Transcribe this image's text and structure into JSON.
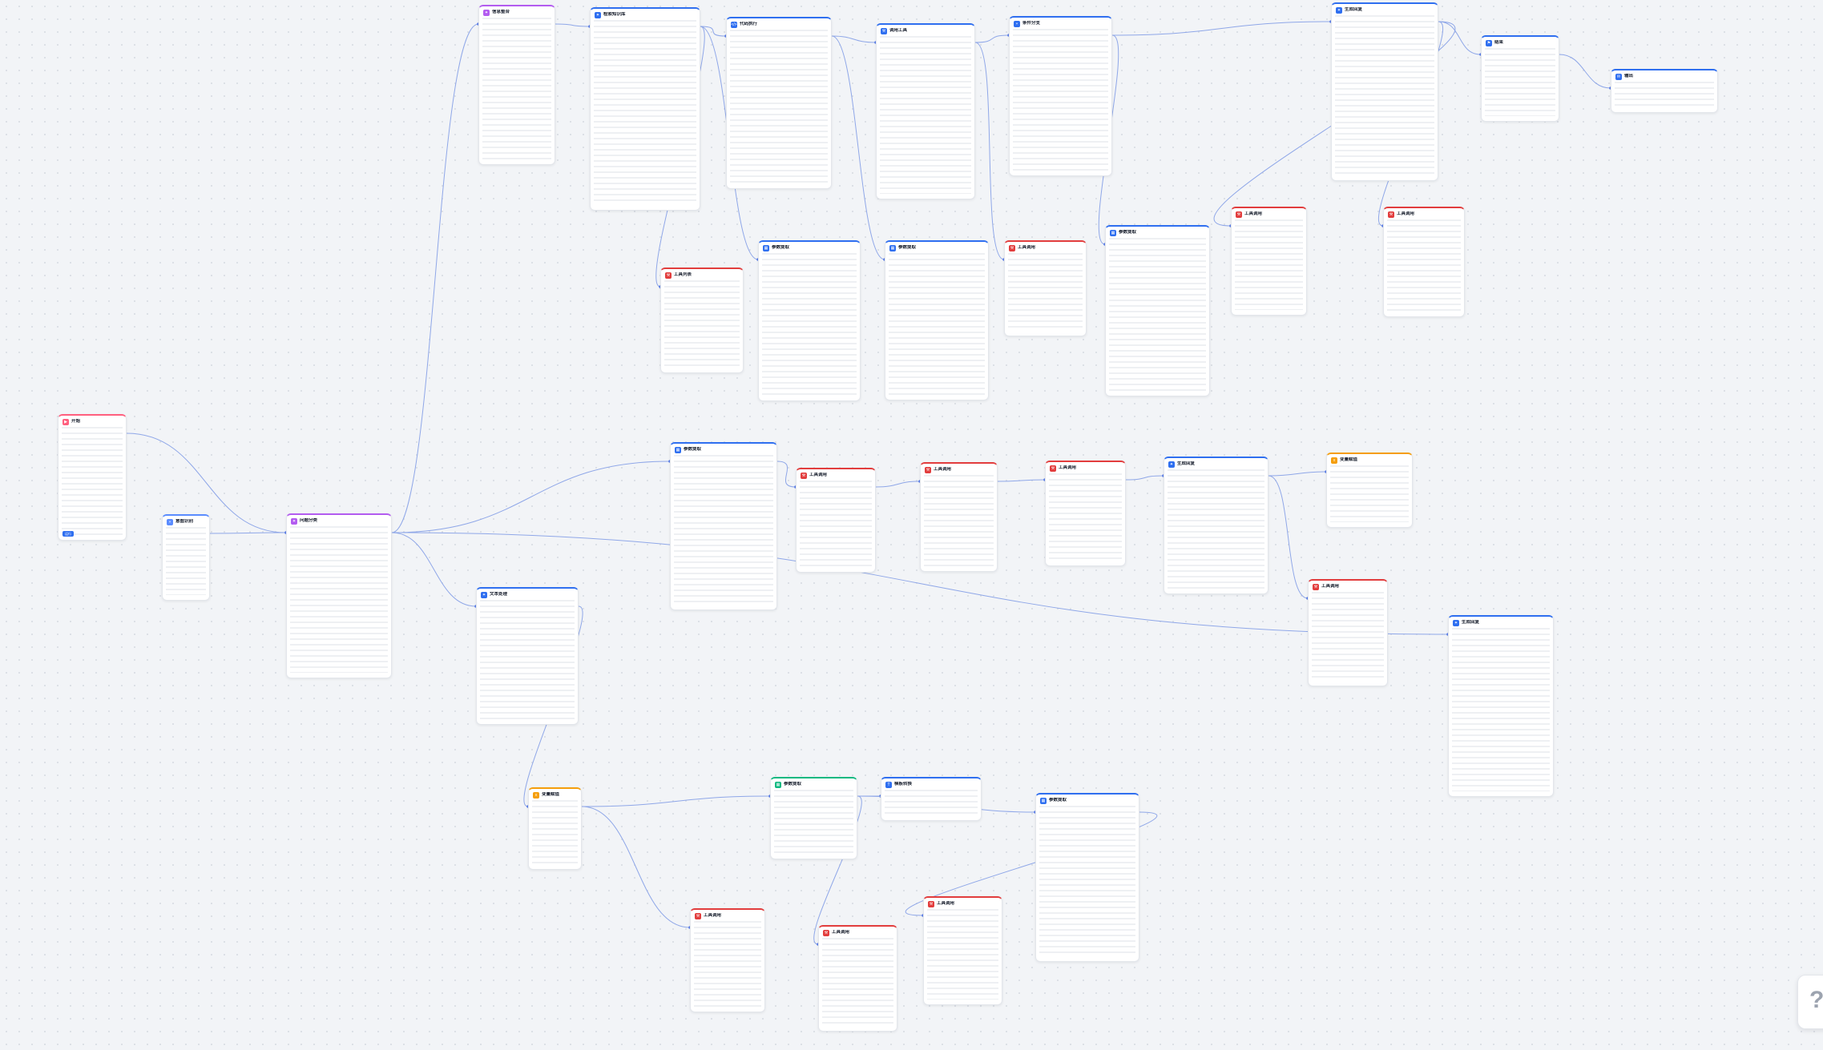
{
  "canvas": {
    "background": "#f2f4f7",
    "edge_color": "#8fa7e8",
    "help_button": {
      "glyph": "?"
    }
  },
  "nodes": [
    {
      "id": "n1",
      "title": "开始",
      "subtitle": "",
      "kind": "start",
      "color": "#ff5f7e",
      "icon": "play-icon"
    },
    {
      "id": "n2",
      "title": "意图识别",
      "subtitle": "",
      "kind": "classifier",
      "color": "#5b8cff",
      "icon": "branch-icon"
    },
    {
      "id": "n3",
      "title": "问题分类",
      "subtitle": "",
      "kind": "llm",
      "color": "#b35cf0",
      "icon": "sparkle-icon"
    },
    {
      "id": "n4",
      "title": "信息整合",
      "subtitle": "",
      "kind": "llm",
      "color": "#b35cf0",
      "icon": "sparkle-icon"
    },
    {
      "id": "n5",
      "title": "检索知识库",
      "subtitle": "",
      "kind": "llm",
      "color": "#2f6ff0",
      "icon": "sparkle-icon"
    },
    {
      "id": "n6",
      "title": "代码执行",
      "subtitle": "",
      "kind": "code",
      "color": "#2f6ff0",
      "icon": "code-icon"
    },
    {
      "id": "n7",
      "title": "调用工具",
      "subtitle": "",
      "kind": "tool",
      "color": "#2f6ff0",
      "icon": "tool-icon"
    },
    {
      "id": "n8",
      "title": "条件分支",
      "subtitle": "",
      "kind": "llm",
      "color": "#2f6ff0",
      "icon": "branch-icon"
    },
    {
      "id": "n9",
      "title": "生成回复",
      "subtitle": "",
      "kind": "llm",
      "color": "#2f6ff0",
      "icon": "sparkle-icon"
    },
    {
      "id": "n10",
      "title": "结束",
      "subtitle": "",
      "kind": "end",
      "color": "#2f6ff0",
      "icon": "flag-icon"
    },
    {
      "id": "n11",
      "title": "输出",
      "subtitle": "",
      "kind": "answer",
      "color": "#2f6ff0",
      "icon": "message-icon"
    },
    {
      "id": "n12",
      "title": "工具列表",
      "subtitle": "",
      "kind": "tool",
      "color": "#e23d3d",
      "icon": "tool-icon"
    },
    {
      "id": "n13",
      "title": "参数提取",
      "subtitle": "",
      "kind": "param",
      "color": "#2f6ff0",
      "icon": "table-icon"
    },
    {
      "id": "n14",
      "title": "参数提取",
      "subtitle": "",
      "kind": "param",
      "color": "#2f6ff0",
      "icon": "table-icon"
    },
    {
      "id": "n15",
      "title": "工具调用",
      "subtitle": "",
      "kind": "tool",
      "color": "#e23d3d",
      "icon": "tool-icon"
    },
    {
      "id": "n16",
      "title": "参数提取",
      "subtitle": "",
      "kind": "param",
      "color": "#2f6ff0",
      "icon": "table-icon"
    },
    {
      "id": "n17",
      "title": "工具调用",
      "subtitle": "",
      "kind": "tool",
      "color": "#e23d3d",
      "icon": "tool-icon"
    },
    {
      "id": "n18",
      "title": "工具调用",
      "subtitle": "",
      "kind": "tool",
      "color": "#e23d3d",
      "icon": "tool-icon"
    },
    {
      "id": "n19",
      "title": "参数提取",
      "subtitle": "",
      "kind": "param",
      "color": "#2f6ff0",
      "icon": "table-icon"
    },
    {
      "id": "n20",
      "title": "工具调用",
      "subtitle": "",
      "kind": "tool",
      "color": "#e23d3d",
      "icon": "tool-icon"
    },
    {
      "id": "n21",
      "title": "工具调用",
      "subtitle": "",
      "kind": "tool",
      "color": "#e23d3d",
      "icon": "tool-icon"
    },
    {
      "id": "n22",
      "title": "工具调用",
      "subtitle": "",
      "kind": "tool",
      "color": "#e23d3d",
      "icon": "tool-icon"
    },
    {
      "id": "n23",
      "title": "生成回复",
      "subtitle": "",
      "kind": "llm",
      "color": "#2f6ff0",
      "icon": "sparkle-icon"
    },
    {
      "id": "n24",
      "title": "变量赋值",
      "subtitle": "",
      "kind": "var",
      "color": "#f59e0b",
      "icon": "variable-icon"
    },
    {
      "id": "n25",
      "title": "工具调用",
      "subtitle": "",
      "kind": "tool",
      "color": "#e23d3d",
      "icon": "tool-icon"
    },
    {
      "id": "n26",
      "title": "生成回复",
      "subtitle": "",
      "kind": "llm",
      "color": "#2f6ff0",
      "icon": "sparkle-icon"
    },
    {
      "id": "n27",
      "title": "文本处理",
      "subtitle": "",
      "kind": "llm",
      "color": "#2f6ff0",
      "icon": "sparkle-icon"
    },
    {
      "id": "n28",
      "title": "变量赋值",
      "subtitle": "",
      "kind": "var",
      "color": "#f59e0b",
      "icon": "variable-icon"
    },
    {
      "id": "n29",
      "title": "参数提取",
      "subtitle": "",
      "kind": "param",
      "color": "#10b981",
      "icon": "table-icon"
    },
    {
      "id": "n30",
      "title": "模板转换",
      "subtitle": "",
      "kind": "template",
      "color": "#2f6ff0",
      "icon": "template-icon"
    },
    {
      "id": "n31",
      "title": "参数提取",
      "subtitle": "",
      "kind": "param",
      "color": "#2f6ff0",
      "icon": "table-icon"
    },
    {
      "id": "n32",
      "title": "工具调用",
      "subtitle": "",
      "kind": "tool",
      "color": "#e23d3d",
      "icon": "tool-icon"
    },
    {
      "id": "n33",
      "title": "工具调用",
      "subtitle": "",
      "kind": "tool",
      "color": "#e23d3d",
      "icon": "tool-icon"
    },
    {
      "id": "n34",
      "title": "工具调用",
      "subtitle": "",
      "kind": "tool",
      "color": "#e23d3d",
      "icon": "tool-icon"
    }
  ],
  "buttons": {
    "run": "运行"
  }
}
